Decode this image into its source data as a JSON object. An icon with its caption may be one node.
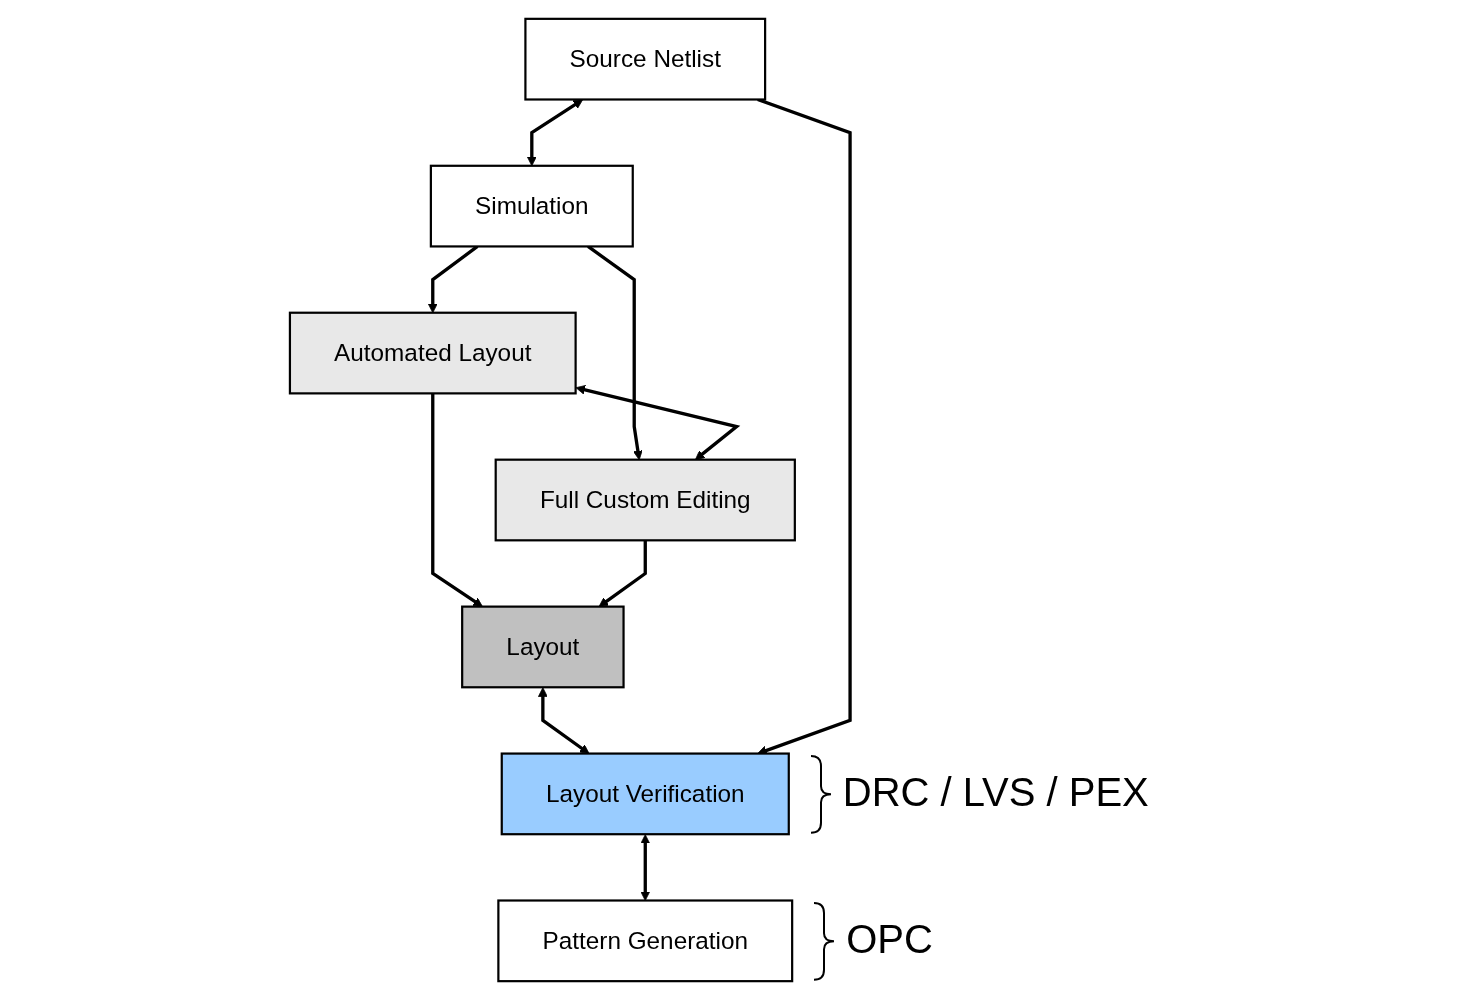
{
  "diagram": {
    "nodes": [
      {
        "text": [
          "Source Netlist"
        ]
      },
      {
        "text": [
          "Simulation"
        ]
      },
      {
        "text": [
          "Automated Layout"
        ]
      },
      {
        "text": [
          "Full Custom Editing"
        ]
      },
      {
        "text": [
          "Layout"
        ]
      },
      {
        "text": [
          "Layout Verification"
        ],
        "beside": [
          "DRC / LVS / PEX"
        ]
      },
      {
        "text": [
          "Pattern Generation"
        ],
        "beside": [
          "OPC"
        ]
      }
    ],
    "edges": [
      {
        "from": 0,
        "to": 1,
        "arrow": "both"
      },
      {
        "from": 1,
        "to": 2,
        "arrow": "to"
      },
      {
        "from": 1,
        "to": 3,
        "arrow": "to"
      },
      {
        "from": 2,
        "to": 3,
        "arrow": "both"
      },
      {
        "from": 2,
        "to": 4,
        "arrow": "to"
      },
      {
        "from": 3,
        "to": 4,
        "arrow": "to"
      },
      {
        "from": 4,
        "to": 5,
        "arrow": "both"
      },
      {
        "from": 0,
        "to": 5,
        "arrow": "to"
      },
      {
        "from": 5,
        "to": 6,
        "arrow": "both"
      }
    ]
  }
}
